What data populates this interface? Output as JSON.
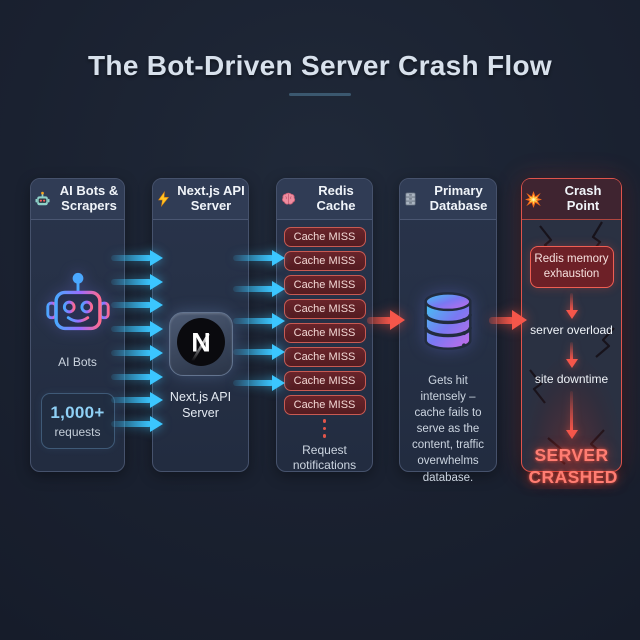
{
  "title": "The Bot-Driven Server Crash Flow",
  "columns": [
    {
      "header": "AI Bots & Scrapers",
      "icon": "robot-icon",
      "body_label": "AI Bots",
      "badge": {
        "value": "1,000+",
        "label": "requests"
      }
    },
    {
      "header": "Next.js API Server",
      "icon": "lightning-icon",
      "logo_letter": "N",
      "body_label": "Next.js API Server"
    },
    {
      "header": "Redis Cache",
      "icon": "brain-icon",
      "pills": [
        "Cache MISS",
        "Cache MISS",
        "Cache MISS",
        "Cache MISS",
        "Cache MISS",
        "Cache MISS",
        "Cache MISS",
        "Cache MISS"
      ],
      "footer": "Request notifications"
    },
    {
      "header": "Primary Database",
      "icon": "database-icon",
      "description": "Gets hit intensely – cache fails to serve as the content, traffic overwhelms database."
    },
    {
      "header": "Crash Point",
      "icon": "burst-icon",
      "step1": "Redis memory exhaustion",
      "step2": "server overload",
      "step3": "site downtime",
      "final": "SERVER CRASHED"
    }
  ],
  "flow": {
    "bots_to_next_arrows": 8,
    "next_to_redis_arrows": 5
  },
  "colors": {
    "background": "#1a2130",
    "title_color": "#d8e1ec",
    "accent_cyan": "#3bc6ff",
    "accent_red": "#f5564a",
    "pill_border": "#c85a52",
    "crash_text": "#ff7d72"
  }
}
